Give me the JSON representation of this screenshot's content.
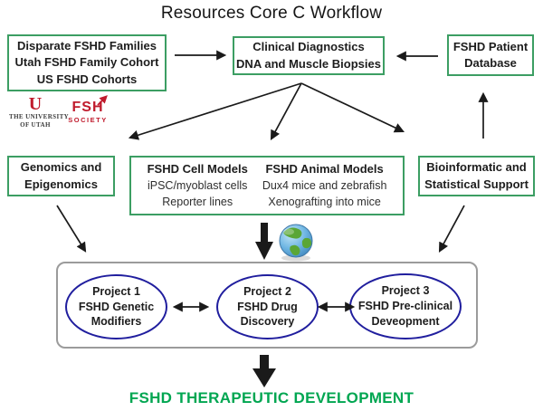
{
  "title": "Resources Core C Workflow",
  "colors": {
    "box_border_green": "#3c9e63",
    "oval_border_blue": "#201e9e",
    "footer_green": "#00a651",
    "logo_red": "#c01b2d",
    "arrow_black": "#1a1a1a",
    "container_border_gray": "#9b9b9b"
  },
  "boxes": {
    "families": {
      "lines": [
        "Disparate FSHD Families",
        "Utah FSHD Family Cohort",
        "US FSHD Cohorts"
      ]
    },
    "clinical": {
      "lines": [
        "Clinical Diagnostics",
        "DNA and Muscle Biopsies"
      ]
    },
    "database": {
      "lines": [
        "FSHD Patient",
        "Database"
      ]
    },
    "genomics": {
      "lines": [
        "Genomics and",
        "Epigenomics"
      ]
    },
    "models": {
      "cell": {
        "title": "FSHD Cell Models",
        "lines": [
          "iPSC/myoblast cells",
          "Reporter lines"
        ]
      },
      "animal": {
        "title": "FSHD Animal Models",
        "lines": [
          "Dux4 mice and zebrafish",
          "Xenografting into mice"
        ]
      }
    },
    "bioinformatics": {
      "lines": [
        "Bioinformatic and",
        "Statistical Support"
      ]
    }
  },
  "logos": {
    "utah": {
      "letter": "U",
      "line1": "THE UNIVERSITY",
      "line2": "OF UTAH"
    },
    "fsh": {
      "top": "FSH",
      "bottom": "SOCIETY"
    }
  },
  "projects": [
    {
      "lines": [
        "Project 1",
        "FSHD Genetic",
        "Modifiers"
      ]
    },
    {
      "lines": [
        "Project 2",
        "FSHD Drug",
        "Discovery"
      ]
    },
    {
      "lines": [
        "Project 3",
        "FSHD Pre-clinical",
        "Deveopment"
      ]
    }
  ],
  "footer": "FSHD THERAPEUTIC DEVELOPMENT"
}
